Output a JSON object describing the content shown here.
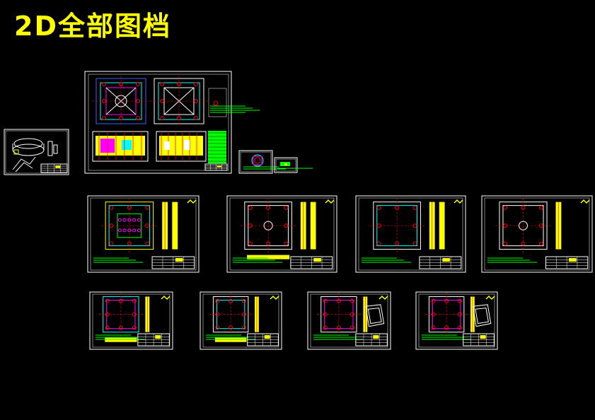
{
  "title": "2D全部图档",
  "colors": {
    "background": "#000000",
    "title": "#ffff00",
    "frame": "#ffffff",
    "yellow": "#ffff00",
    "red": "#ff0000",
    "cyan": "#00ffff",
    "magenta": "#ff00ff",
    "green": "#00ff00",
    "blue": "#4060ff"
  },
  "sheets": [
    {
      "id": "assembly-isometric"
    },
    {
      "id": "main-assembly"
    },
    {
      "id": "small-sheet-a"
    },
    {
      "id": "small-sheet-b"
    },
    {
      "id": "plate-1"
    },
    {
      "id": "plate-2"
    },
    {
      "id": "plate-3"
    },
    {
      "id": "plate-4"
    },
    {
      "id": "plate-5"
    },
    {
      "id": "plate-6"
    },
    {
      "id": "plate-7"
    },
    {
      "id": "plate-8"
    }
  ]
}
